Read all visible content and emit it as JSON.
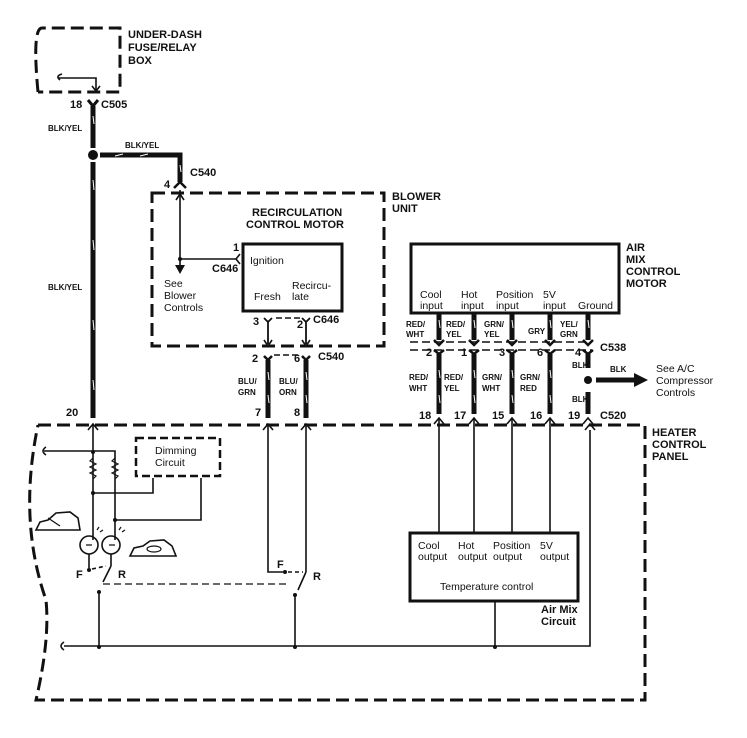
{
  "components": {
    "fuse_box": {
      "label_lines": [
        "UNDER-DASH",
        "FUSE/RELAY",
        "BOX"
      ]
    },
    "blower_unit": {
      "label_lines": [
        "BLOWER",
        "UNIT"
      ]
    },
    "recirc_motor": {
      "title_lines": [
        "RECIRCULATION",
        "CONTROL MOTOR"
      ],
      "terminals": {
        "ignition": "Ignition",
        "fresh": "Fresh",
        "recirculate_lines": [
          "Recircu-",
          "late"
        ]
      }
    },
    "air_mix_motor": {
      "label_lines": [
        "AIR",
        "MIX",
        "CONTROL",
        "MOTOR"
      ],
      "inputs": [
        {
          "line1": "Cool",
          "line2": "input"
        },
        {
          "line1": "Hot",
          "line2": "input"
        },
        {
          "line1": "Position",
          "line2": "input"
        },
        {
          "line1": "5V",
          "line2": "input"
        },
        {
          "line1": "",
          "line2": "Ground"
        }
      ]
    },
    "heater_panel": {
      "label_lines": [
        "HEATER",
        "CONTROL",
        "PANEL"
      ]
    },
    "dimming_circuit": {
      "label_lines": [
        "Dimming",
        "Circuit"
      ]
    },
    "temp_control": {
      "outputs": [
        {
          "line1": "Cool",
          "line2": "output"
        },
        {
          "line1": "Hot",
          "line2": "output"
        },
        {
          "line1": "Position",
          "line2": "output"
        },
        {
          "line1": "5V",
          "line2": "output"
        }
      ],
      "title": "Temperature control"
    },
    "air_mix_circuit": {
      "label_lines": [
        "Air Mix",
        "Circuit"
      ]
    },
    "see_blower": {
      "label_lines": [
        "See",
        "Blower",
        "Controls"
      ]
    },
    "see_ac": {
      "label_lines": [
        "See A/C",
        "Compressor",
        "Controls"
      ]
    }
  },
  "connectors": {
    "c505": "C505",
    "c540_top": "C540",
    "c646_a": "C646",
    "c646_b": "C646",
    "c540_mid": "C540",
    "c538": "C538",
    "c520": "C520"
  },
  "pins": {
    "c505": "18",
    "c540_top": "4",
    "c646_ign": "1",
    "c646_fresh": "3",
    "c646_recirc": "2",
    "c540_blu_grn": "2",
    "c540_blu_orn": "6",
    "panel_20": "20",
    "panel_7": "7",
    "panel_8": "8",
    "c538": [
      "2",
      "1",
      "3",
      "6",
      "4"
    ],
    "c520": [
      "18",
      "17",
      "15",
      "16",
      "19"
    ]
  },
  "wires": {
    "main_upper": "BLK/YEL",
    "branch": "BLK/YEL",
    "main_lower": "BLK/YEL",
    "blu_grn": [
      "BLU/",
      "GRN"
    ],
    "blu_orn": [
      "BLU/",
      "ORN"
    ],
    "upper_airmix": [
      [
        "RED/",
        "WHT"
      ],
      [
        "RED/",
        "YEL"
      ],
      [
        "GRN/",
        "YEL"
      ],
      [
        "GRY",
        ""
      ],
      [
        "YEL/",
        "GRN"
      ]
    ],
    "lower_airmix": [
      [
        "RED/",
        "WHT"
      ],
      [
        "RED/",
        "YEL"
      ],
      [
        "GRN/",
        "WHT"
      ],
      [
        "GRN/",
        "RED"
      ],
      [
        "BLK",
        ""
      ]
    ],
    "blk_upper": "BLK",
    "blk_ac": "BLK"
  },
  "switch_labels": {
    "f1": "F",
    "r1": "R",
    "f2": "F",
    "r2": "R"
  }
}
